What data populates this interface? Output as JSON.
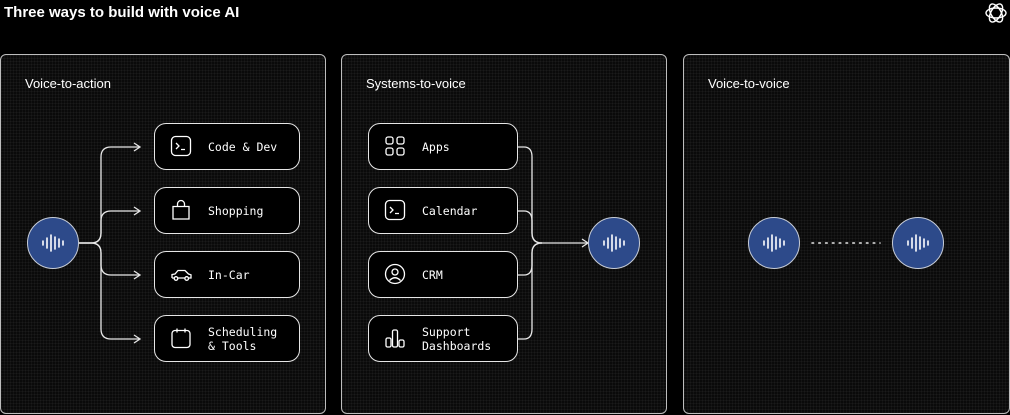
{
  "page": {
    "title": "Three ways to build with voice AI"
  },
  "panels": [
    {
      "title": "Voice-to-action",
      "items": [
        {
          "label": "Code & Dev",
          "icon": "terminal-icon"
        },
        {
          "label": "Shopping",
          "icon": "shopping-bag-icon"
        },
        {
          "label": "In-Car",
          "icon": "car-icon"
        },
        {
          "label": "Scheduling\n& Tools",
          "icon": "calendar-icon"
        }
      ]
    },
    {
      "title": "Systems-to-voice",
      "items": [
        {
          "label": "Apps",
          "icon": "apps-grid-icon"
        },
        {
          "label": "Calendar",
          "icon": "terminal-icon"
        },
        {
          "label": "CRM",
          "icon": "user-icon"
        },
        {
          "label": "Support\nDashboards",
          "icon": "bar-chart-icon"
        }
      ]
    },
    {
      "title": "Voice-to-voice",
      "items": []
    }
  ],
  "colors": {
    "background": "#000000",
    "orb": "#2d4a8a",
    "border": "#e6e6e6"
  },
  "icons": {
    "logo": "openai-logo-icon",
    "voice": "waveform-icon"
  }
}
